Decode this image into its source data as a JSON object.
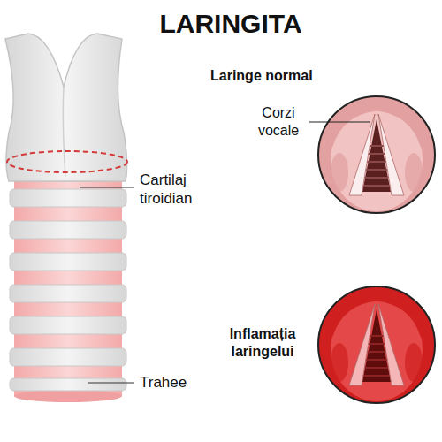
{
  "diagram": {
    "title": "LARINGITA",
    "nodes": [
      {
        "text": [
          "Laringe normal",
          "Corzi vocale"
        ]
      },
      {
        "text": [
          "Inflamația laringelui"
        ]
      }
    ],
    "labels": [
      "Cartilaj tiroidian",
      "Trahee"
    ]
  }
}
